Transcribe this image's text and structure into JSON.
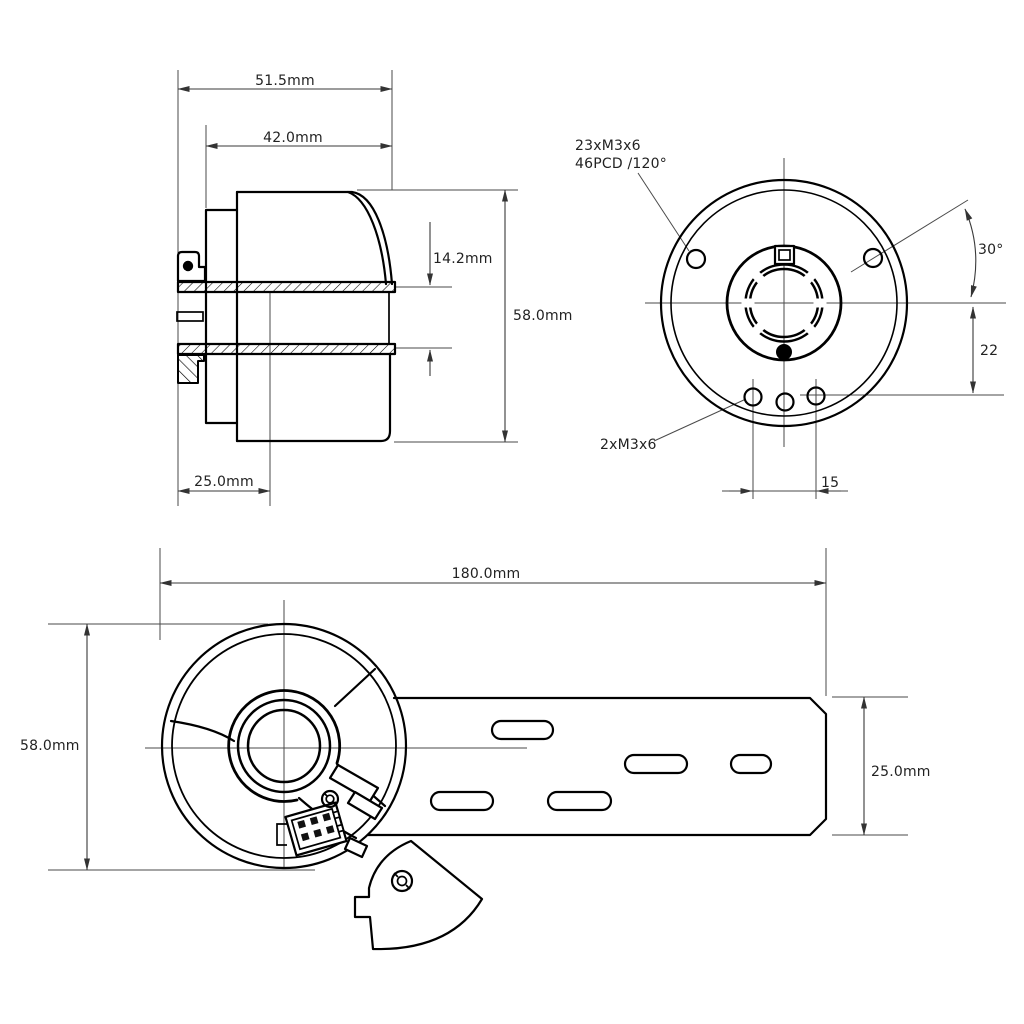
{
  "side_view": {
    "dim_overall_width": "51.5mm",
    "dim_body_width": "42.0mm",
    "dim_top_to_shaft": "14.2mm",
    "dim_body_height": "58.0mm",
    "dim_flange_depth": "25.0mm"
  },
  "front_view": {
    "label_mount_holes_line1": "23xM3x6",
    "label_mount_holes_line2": "46PCD /120°",
    "label_bottom_holes": "2xM3x6",
    "dim_angle": "30°",
    "dim_vertical_offset": "22",
    "dim_hole_spacing": "15"
  },
  "bottom_view": {
    "dim_arm_length": "180.0mm",
    "dim_body_height": "58.0mm",
    "dim_arm_width": "25.0mm"
  },
  "colors": {
    "background": "#ffffff",
    "part_line": "#000000",
    "dimension_line": "#3a3a3a",
    "text": "#222222"
  }
}
